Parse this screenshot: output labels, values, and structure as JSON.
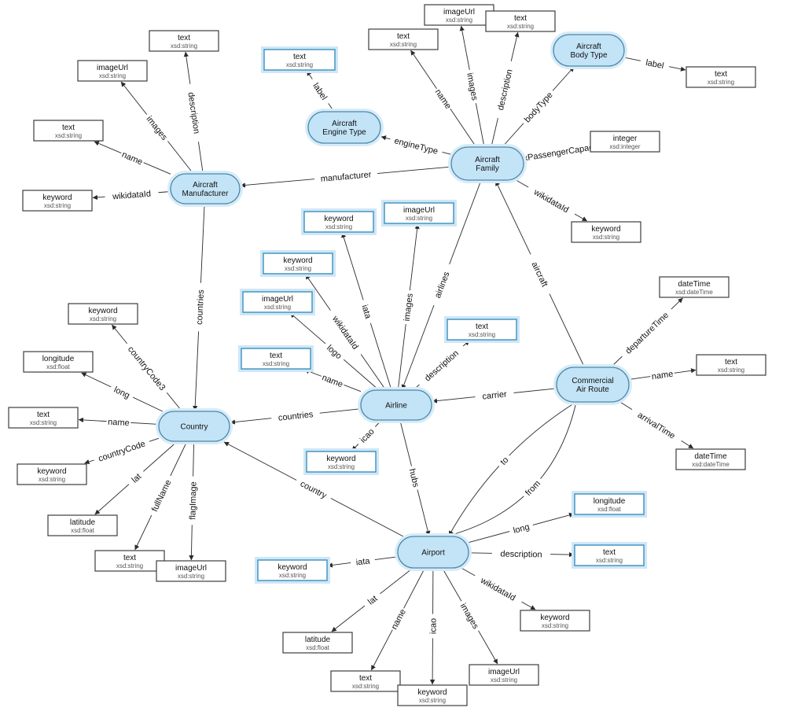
{
  "nodes": [
    {
      "id": "mfr",
      "kind": "class",
      "label": [
        "Aircraft",
        "Manufacturer"
      ]
    },
    {
      "id": "fam",
      "kind": "class",
      "label": [
        "Aircraft",
        "Family"
      ]
    },
    {
      "id": "eng",
      "kind": "class",
      "label": [
        "Aircraft",
        "Engine Type"
      ]
    },
    {
      "id": "body",
      "kind": "class",
      "label": [
        "Aircraft",
        "Body Type"
      ]
    },
    {
      "id": "country",
      "kind": "class",
      "label": [
        "Country"
      ]
    },
    {
      "id": "airline",
      "kind": "class",
      "label": [
        "Airline"
      ]
    },
    {
      "id": "route",
      "kind": "class",
      "label": [
        "Commercial",
        "Air Route"
      ]
    },
    {
      "id": "airport",
      "kind": "class",
      "label": [
        "Airport"
      ]
    },
    {
      "id": "m_text",
      "kind": "literal",
      "name": "text",
      "type": "xsd:string"
    },
    {
      "id": "m_img",
      "kind": "literal",
      "name": "imageUrl",
      "type": "xsd:string"
    },
    {
      "id": "m_name",
      "kind": "literal",
      "name": "text",
      "type": "xsd:string"
    },
    {
      "id": "m_wiki",
      "kind": "literal",
      "name": "keyword",
      "type": "xsd:string"
    },
    {
      "id": "eng_text",
      "kind": "literal",
      "name": "text",
      "type": "xsd:string",
      "highlight": true
    },
    {
      "id": "f_name",
      "kind": "literal",
      "name": "text",
      "type": "xsd:string"
    },
    {
      "id": "f_img",
      "kind": "literal",
      "name": "imageUrl",
      "type": "xsd:string"
    },
    {
      "id": "f_desc",
      "kind": "literal",
      "name": "text",
      "type": "xsd:string"
    },
    {
      "id": "f_cap",
      "kind": "literal",
      "name": "integer",
      "type": "xsd:integer"
    },
    {
      "id": "f_wiki",
      "kind": "literal",
      "name": "keyword",
      "type": "xsd:string"
    },
    {
      "id": "body_text",
      "kind": "literal",
      "name": "text",
      "type": "xsd:string"
    },
    {
      "id": "al_iata",
      "kind": "literal",
      "name": "keyword",
      "type": "xsd:string",
      "highlight": true
    },
    {
      "id": "al_img",
      "kind": "literal",
      "name": "imageUrl",
      "type": "xsd:string",
      "highlight": true
    },
    {
      "id": "al_wiki",
      "kind": "literal",
      "name": "keyword",
      "type": "xsd:string",
      "highlight": true
    },
    {
      "id": "al_logo",
      "kind": "literal",
      "name": "imageUrl",
      "type": "xsd:string",
      "highlight": true
    },
    {
      "id": "al_desc",
      "kind": "literal",
      "name": "text",
      "type": "xsd:string",
      "highlight": true
    },
    {
      "id": "al_name",
      "kind": "literal",
      "name": "text",
      "type": "xsd:string",
      "highlight": true
    },
    {
      "id": "al_icao",
      "kind": "literal",
      "name": "keyword",
      "type": "xsd:string",
      "highlight": true
    },
    {
      "id": "c_cc3",
      "kind": "literal",
      "name": "keyword",
      "type": "xsd:string"
    },
    {
      "id": "c_long",
      "kind": "literal",
      "name": "longitude",
      "type": "xsd:float"
    },
    {
      "id": "c_name",
      "kind": "literal",
      "name": "text",
      "type": "xsd:string"
    },
    {
      "id": "c_cc",
      "kind": "literal",
      "name": "keyword",
      "type": "xsd:string"
    },
    {
      "id": "c_lat",
      "kind": "literal",
      "name": "latitude",
      "type": "xsd:float"
    },
    {
      "id": "c_full",
      "kind": "literal",
      "name": "text",
      "type": "xsd:string"
    },
    {
      "id": "c_flag",
      "kind": "literal",
      "name": "imageUrl",
      "type": "xsd:string"
    },
    {
      "id": "r_dep",
      "kind": "literal",
      "name": "dateTime",
      "type": "xsd:dateTime"
    },
    {
      "id": "r_name",
      "kind": "literal",
      "name": "text",
      "type": "xsd:string"
    },
    {
      "id": "r_arr",
      "kind": "literal",
      "name": "dateTime",
      "type": "xsd:dateTime"
    },
    {
      "id": "ap_long",
      "kind": "literal",
      "name": "longitude",
      "type": "xsd:float",
      "highlight": true
    },
    {
      "id": "ap_desc",
      "kind": "literal",
      "name": "text",
      "type": "xsd:string",
      "highlight": true
    },
    {
      "id": "ap_iata",
      "kind": "literal",
      "name": "keyword",
      "type": "xsd:string",
      "highlight": true
    },
    {
      "id": "ap_wiki",
      "kind": "literal",
      "name": "keyword",
      "type": "xsd:string"
    },
    {
      "id": "ap_lat",
      "kind": "literal",
      "name": "latitude",
      "type": "xsd:float"
    },
    {
      "id": "ap_name",
      "kind": "literal",
      "name": "text",
      "type": "xsd:string"
    },
    {
      "id": "ap_icao",
      "kind": "literal",
      "name": "keyword",
      "type": "xsd:string"
    },
    {
      "id": "ap_img",
      "kind": "literal",
      "name": "imageUrl",
      "type": "xsd:string"
    }
  ],
  "edges": [
    {
      "from": "mfr",
      "to": "m_text",
      "label": "description"
    },
    {
      "from": "mfr",
      "to": "m_img",
      "label": "images"
    },
    {
      "from": "mfr",
      "to": "m_name",
      "label": "name"
    },
    {
      "from": "mfr",
      "to": "m_wiki",
      "label": "wikidataId"
    },
    {
      "from": "mfr",
      "to": "country",
      "label": "countries"
    },
    {
      "from": "eng",
      "to": "eng_text",
      "label": "label"
    },
    {
      "from": "fam",
      "to": "f_name",
      "label": "name"
    },
    {
      "from": "fam",
      "to": "f_img",
      "label": "images"
    },
    {
      "from": "fam",
      "to": "f_desc",
      "label": "description"
    },
    {
      "from": "fam",
      "to": "body",
      "label": "bodyType"
    },
    {
      "from": "fam",
      "to": "eng",
      "label": "engineType"
    },
    {
      "from": "fam",
      "to": "f_cap",
      "label": "maxPassengerCapacity"
    },
    {
      "from": "fam",
      "to": "mfr",
      "label": "manufacturer"
    },
    {
      "from": "fam",
      "to": "f_wiki",
      "label": "wikidataId"
    },
    {
      "from": "fam",
      "to": "airline",
      "label": "airlines"
    },
    {
      "from": "body",
      "to": "body_text",
      "label": "label"
    },
    {
      "from": "route",
      "to": "fam",
      "label": "aircraft"
    },
    {
      "from": "route",
      "to": "r_dep",
      "label": "departureTime"
    },
    {
      "from": "route",
      "to": "r_name",
      "label": "name"
    },
    {
      "from": "route",
      "to": "r_arr",
      "label": "arrivalTime"
    },
    {
      "from": "route",
      "to": "airline",
      "label": "carrier"
    },
    {
      "from": "route",
      "to": "airport",
      "label": "from"
    },
    {
      "from": "route",
      "to": "airport",
      "label": "to"
    },
    {
      "from": "airline",
      "to": "al_iata",
      "label": "iata"
    },
    {
      "from": "airline",
      "to": "al_img",
      "label": "images"
    },
    {
      "from": "airline",
      "to": "al_wiki",
      "label": "wikidataId"
    },
    {
      "from": "airline",
      "to": "al_logo",
      "label": "logo"
    },
    {
      "from": "airline",
      "to": "al_desc",
      "label": "description"
    },
    {
      "from": "airline",
      "to": "al_name",
      "label": "name"
    },
    {
      "from": "airline",
      "to": "al_icao",
      "label": "icao"
    },
    {
      "from": "airline",
      "to": "country",
      "label": "countries"
    },
    {
      "from": "airline",
      "to": "airport",
      "label": "hubs"
    },
    {
      "from": "country",
      "to": "c_cc3",
      "label": "countryCode3"
    },
    {
      "from": "country",
      "to": "c_long",
      "label": "long"
    },
    {
      "from": "country",
      "to": "c_name",
      "label": "name"
    },
    {
      "from": "country",
      "to": "c_cc",
      "label": "countryCode"
    },
    {
      "from": "country",
      "to": "c_lat",
      "label": "lat"
    },
    {
      "from": "country",
      "to": "c_full",
      "label": "fullName"
    },
    {
      "from": "country",
      "to": "c_flag",
      "label": "flagImage"
    },
    {
      "from": "airport",
      "to": "country",
      "label": "country"
    },
    {
      "from": "airport",
      "to": "ap_long",
      "label": "long"
    },
    {
      "from": "airport",
      "to": "ap_desc",
      "label": "description"
    },
    {
      "from": "airport",
      "to": "ap_iata",
      "label": "iata"
    },
    {
      "from": "airport",
      "to": "ap_wiki",
      "label": "wikidataId"
    },
    {
      "from": "airport",
      "to": "ap_lat",
      "label": "lat"
    },
    {
      "from": "airport",
      "to": "ap_name",
      "label": "name"
    },
    {
      "from": "airport",
      "to": "ap_icao",
      "label": "icao"
    },
    {
      "from": "airport",
      "to": "ap_img",
      "label": "images"
    }
  ]
}
